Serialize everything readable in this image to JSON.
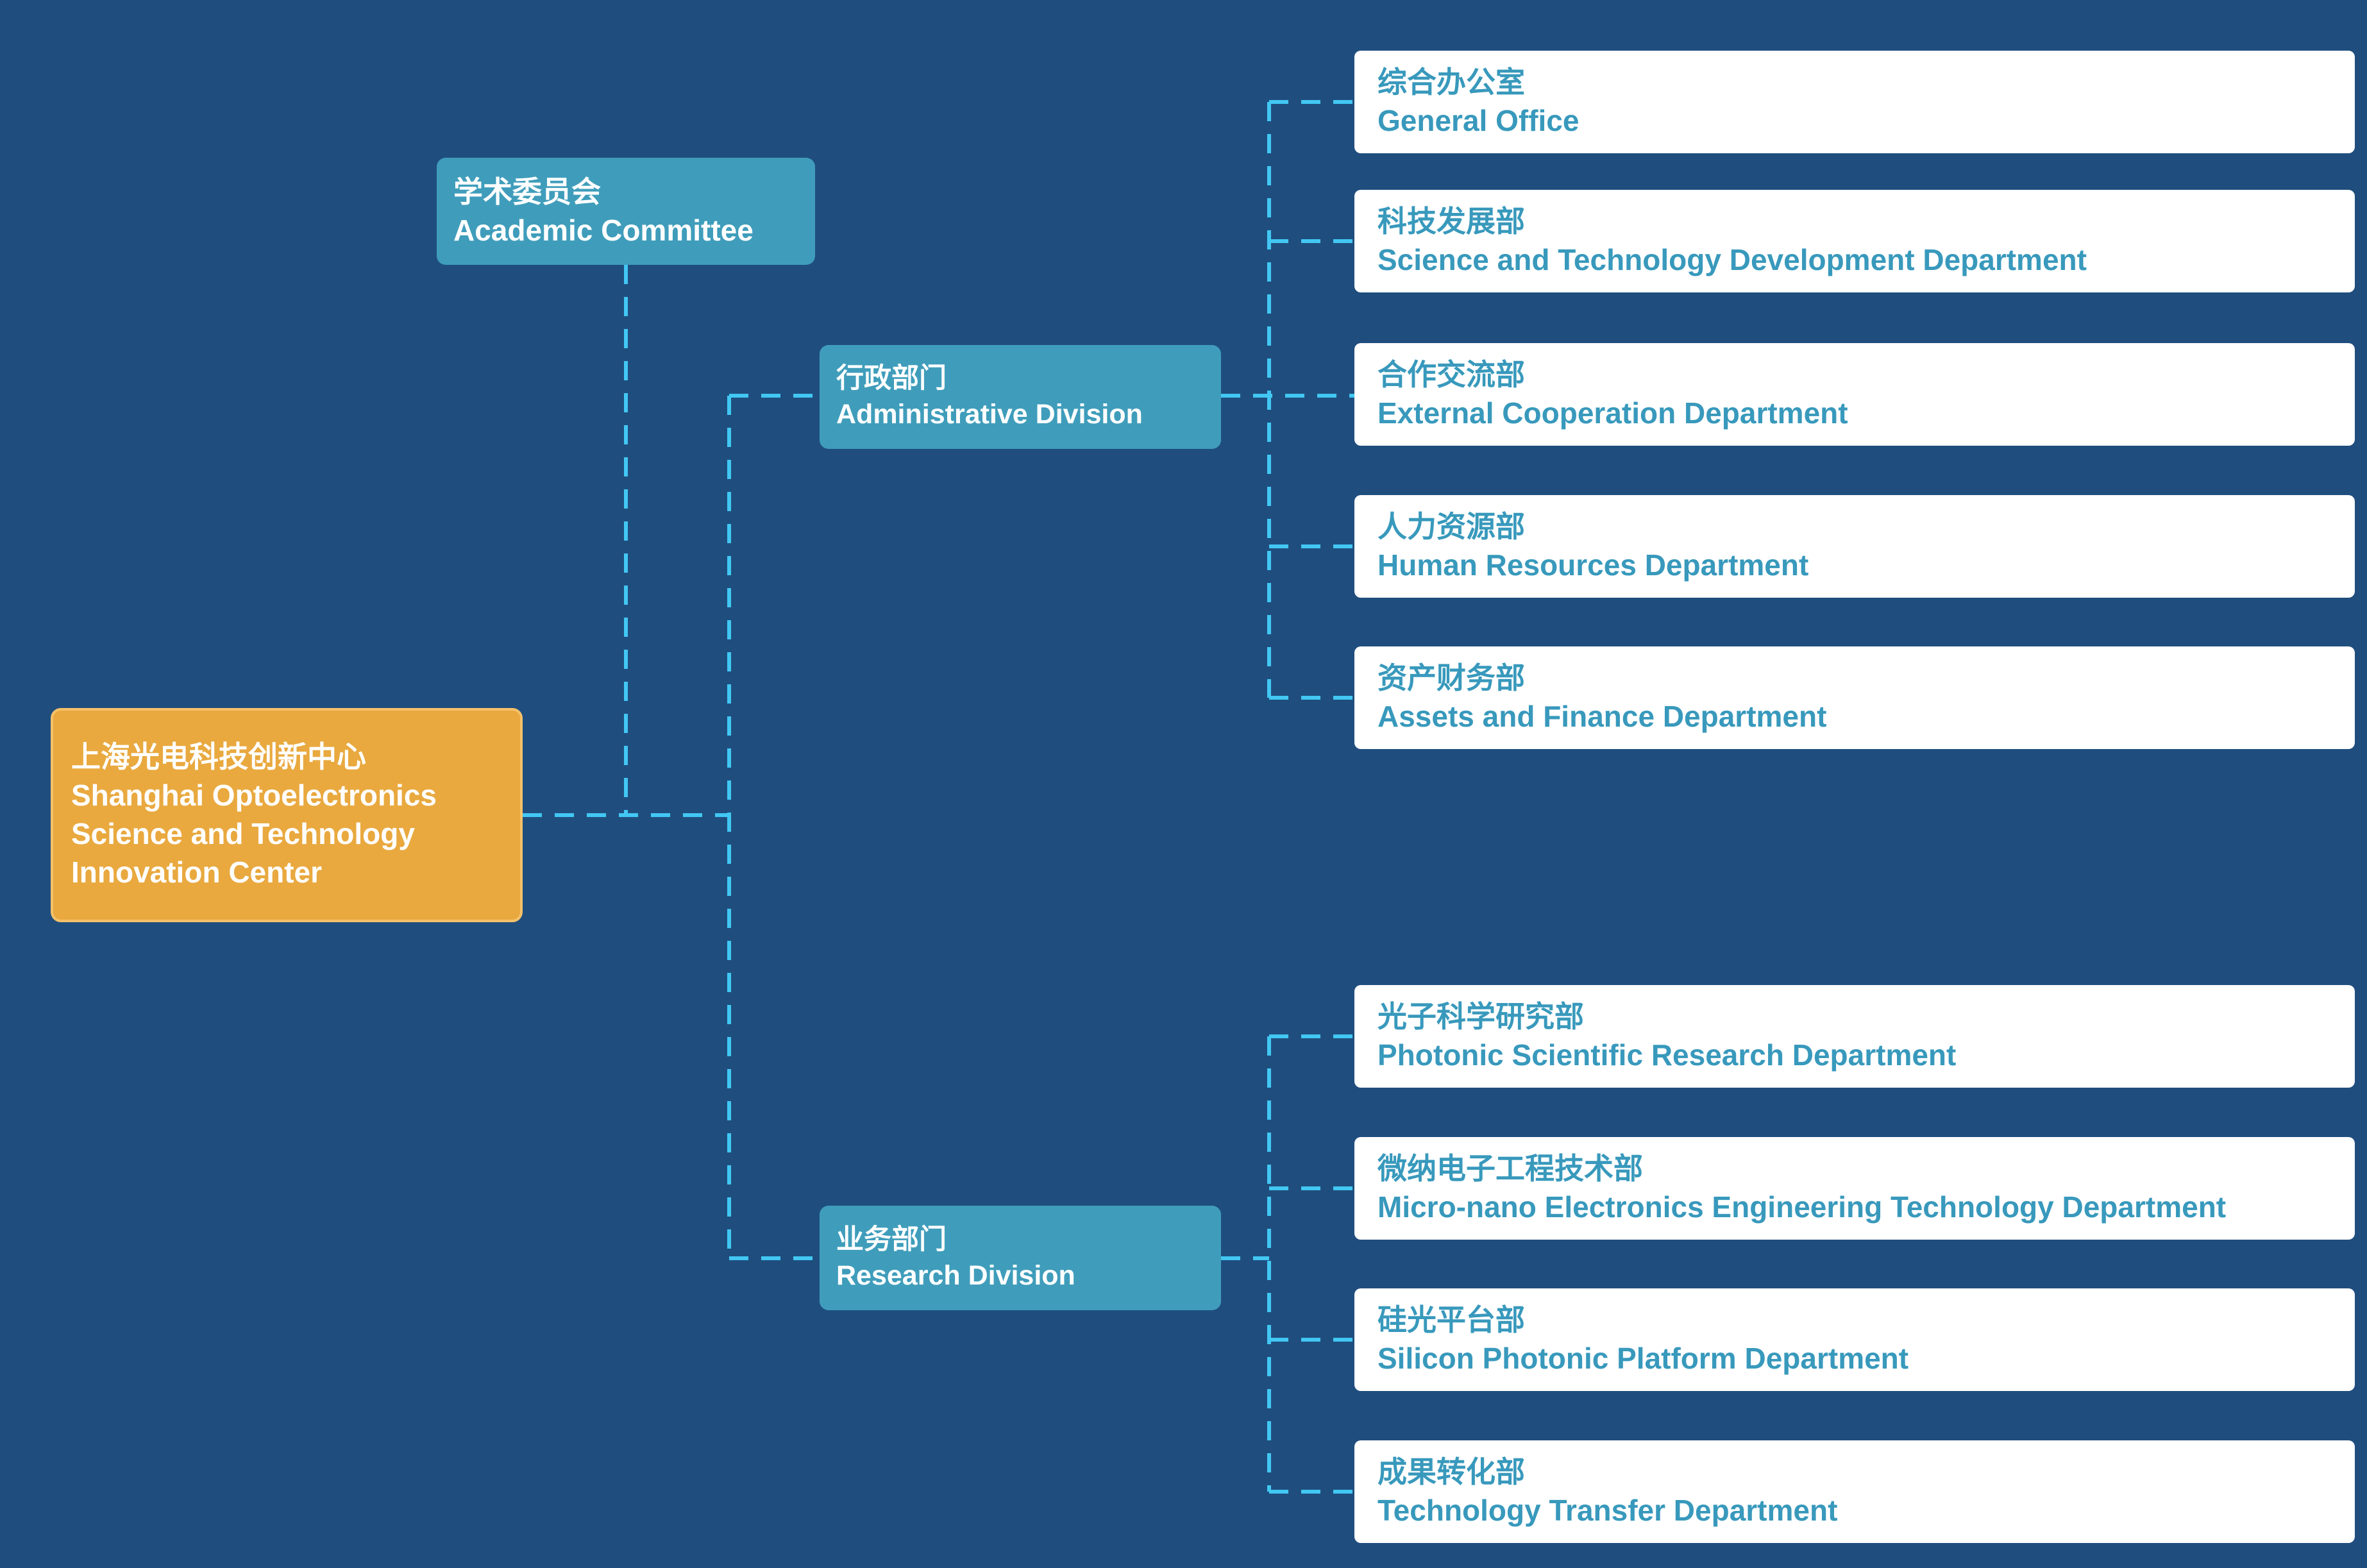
{
  "colors": {
    "background": "#1F4E7E",
    "root_fill": "#E9A93F",
    "root_border": "#F4C169",
    "division_fill": "#3F9DBB",
    "department_text": "#3899BC",
    "connector": "#42C7F3",
    "node_text": "#FFFFFF"
  },
  "org": {
    "root": {
      "zh": "上海光电科技创新中心",
      "en": "Shanghai Optoelectronics Science and Technology Innovation Center"
    },
    "academic_committee": {
      "zh": "学术委员会",
      "en": "Academic Committee"
    },
    "divisions": [
      {
        "zh": "行政部门",
        "en": "Administrative Division",
        "departments": [
          {
            "zh": "综合办公室",
            "en": "General Office"
          },
          {
            "zh": "科技发展部",
            "en": "Science and Technology Development Department"
          },
          {
            "zh": "合作交流部",
            "en": "External Cooperation Department"
          },
          {
            "zh": "人力资源部",
            "en": "Human Resources Department"
          },
          {
            "zh": "资产财务部",
            "en": "Assets and Finance Department"
          }
        ]
      },
      {
        "zh": "业务部门",
        "en": "Research Division",
        "departments": [
          {
            "zh": "光子科学研究部",
            "en": "Photonic Scientific Research Department"
          },
          {
            "zh": "微纳电子工程技术部",
            "en": "Micro-nano Electronics Engineering Technology Department"
          },
          {
            "zh": "硅光平台部",
            "en": "Silicon Photonic Platform Department"
          },
          {
            "zh": "成果转化部",
            "en": "Technology Transfer Department"
          }
        ]
      }
    ]
  }
}
